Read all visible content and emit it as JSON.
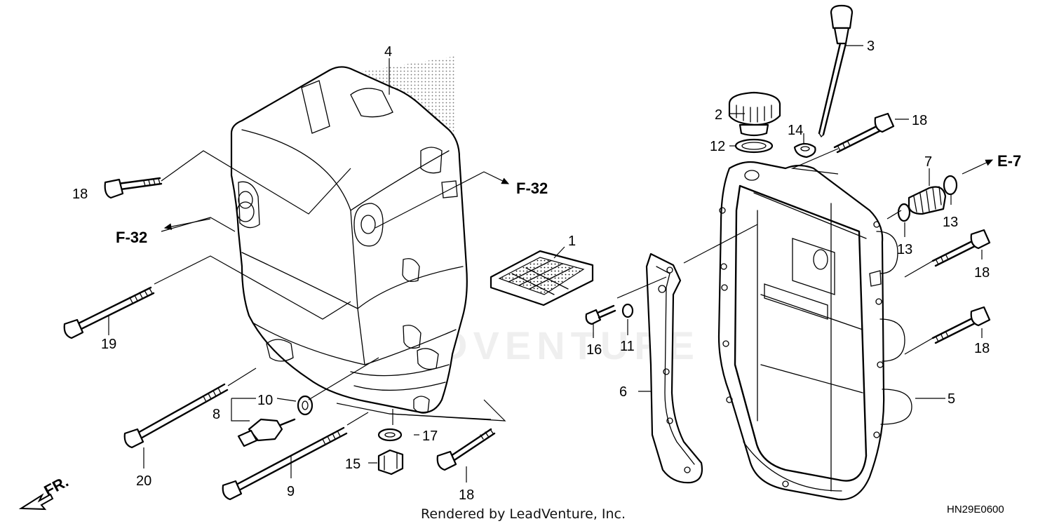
{
  "callouts": {
    "c1": "1",
    "c2": "2",
    "c3": "3",
    "c4": "4",
    "c5": "5",
    "c6": "6",
    "c7": "7",
    "c8": "8",
    "c9": "9",
    "c10": "10",
    "c11": "11",
    "c12": "12",
    "c13a": "13",
    "c13b": "13",
    "c14": "14",
    "c15": "15",
    "c16": "16",
    "c17": "17",
    "c18a": "18",
    "c18b": "18",
    "c18c": "18",
    "c18d": "18",
    "c18e": "18",
    "c19": "19",
    "c20": "20"
  },
  "references": {
    "f32_right": "F-32",
    "f32_left": "F-32",
    "e7": "E-7",
    "front": "FR."
  },
  "watermark": "LEADVENTURE",
  "credit": "Rendered by LeadVenture, Inc.",
  "diagram_code": "HN29E0600"
}
